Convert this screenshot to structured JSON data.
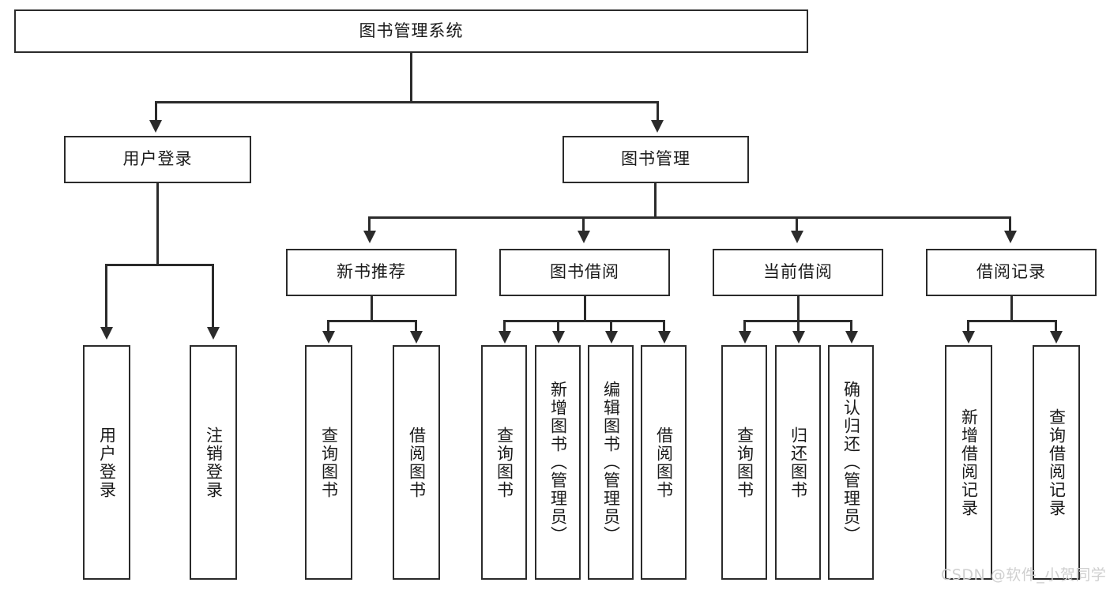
{
  "diagram": {
    "type": "tree-hierarchy",
    "title": "图书管理系统",
    "watermark": "CSDN @软件_小贺同学",
    "colors": {
      "stroke": "#2b2b2b",
      "fill": "#ffffff",
      "text": "#1a1a1a",
      "watermark": "#cfcfcf"
    },
    "root": {
      "label": "图书管理系统"
    },
    "level2": [
      {
        "label": "用户登录"
      },
      {
        "label": "图书管理"
      }
    ],
    "level3": [
      {
        "label": "新书推荐"
      },
      {
        "label": "图书借阅"
      },
      {
        "label": "当前借阅"
      },
      {
        "label": "借阅记录"
      }
    ],
    "leaves": {
      "user_login": [
        {
          "label": "用户登录"
        },
        {
          "label": "注销登录"
        }
      ],
      "new_book_recommend": [
        {
          "label": "查询图书"
        },
        {
          "label": "借阅图书"
        }
      ],
      "book_borrow": [
        {
          "label": "查询图书"
        },
        {
          "label": "新增图书（管理员）"
        },
        {
          "label": "编辑图书（管理员）"
        },
        {
          "label": "借阅图书"
        }
      ],
      "current_borrow": [
        {
          "label": "查询图书"
        },
        {
          "label": "归还图书"
        },
        {
          "label": "确认归还（管理员）"
        }
      ],
      "borrow_record": [
        {
          "label": "新增借阅记录"
        },
        {
          "label": "查询借阅记录"
        }
      ]
    }
  }
}
